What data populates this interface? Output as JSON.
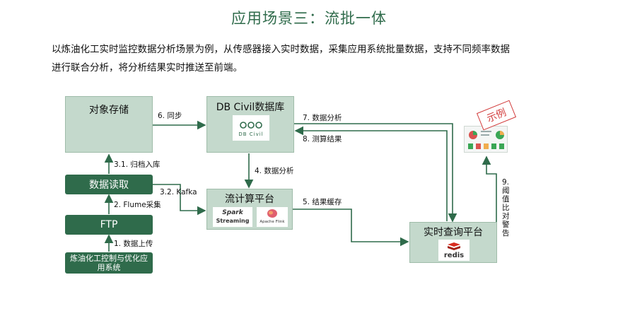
{
  "title": "应用场景三：流批一体",
  "description_line1": "以炼油化工实时监控数据分析场景为例，从传感器接入实时数据，采集应用系统批量数据，支持不同频率数据",
  "description_line2": "进行联合分析，将分析结果实时推送至前端。",
  "nodes": {
    "object_storage": "对象存储",
    "db_civil": "DB Civil数据库",
    "data_read": "数据读取",
    "stream_platform": "流计算平台",
    "ftp": "FTP",
    "source_system": "炼油化工控制与优化应用系统",
    "query_platform": "实时查询平台"
  },
  "logos": {
    "db_civil_logo": "DB Civil",
    "spark_logo": "Spark",
    "spark_sub": "Streaming",
    "flink_logo": "Apache Flink",
    "redis_logo": "redis"
  },
  "edges": {
    "e1": "1. 数据上传",
    "e2": "2. Flume采集",
    "e31": "3.1. 归档入库",
    "e32": "3.2. Kafka",
    "e4": "4. 数据分析",
    "e5": "5. 结果缓存",
    "e6": "6. 同步",
    "e7": "7. 数据分析",
    "e8": "8. 测算结果",
    "e9": "9. 阈值比对警告"
  },
  "stamp": "示例",
  "colors": {
    "dark_green": "#2f6b4b",
    "light_green": "#c4d9cc",
    "stamp_red": "#d23a3a"
  }
}
